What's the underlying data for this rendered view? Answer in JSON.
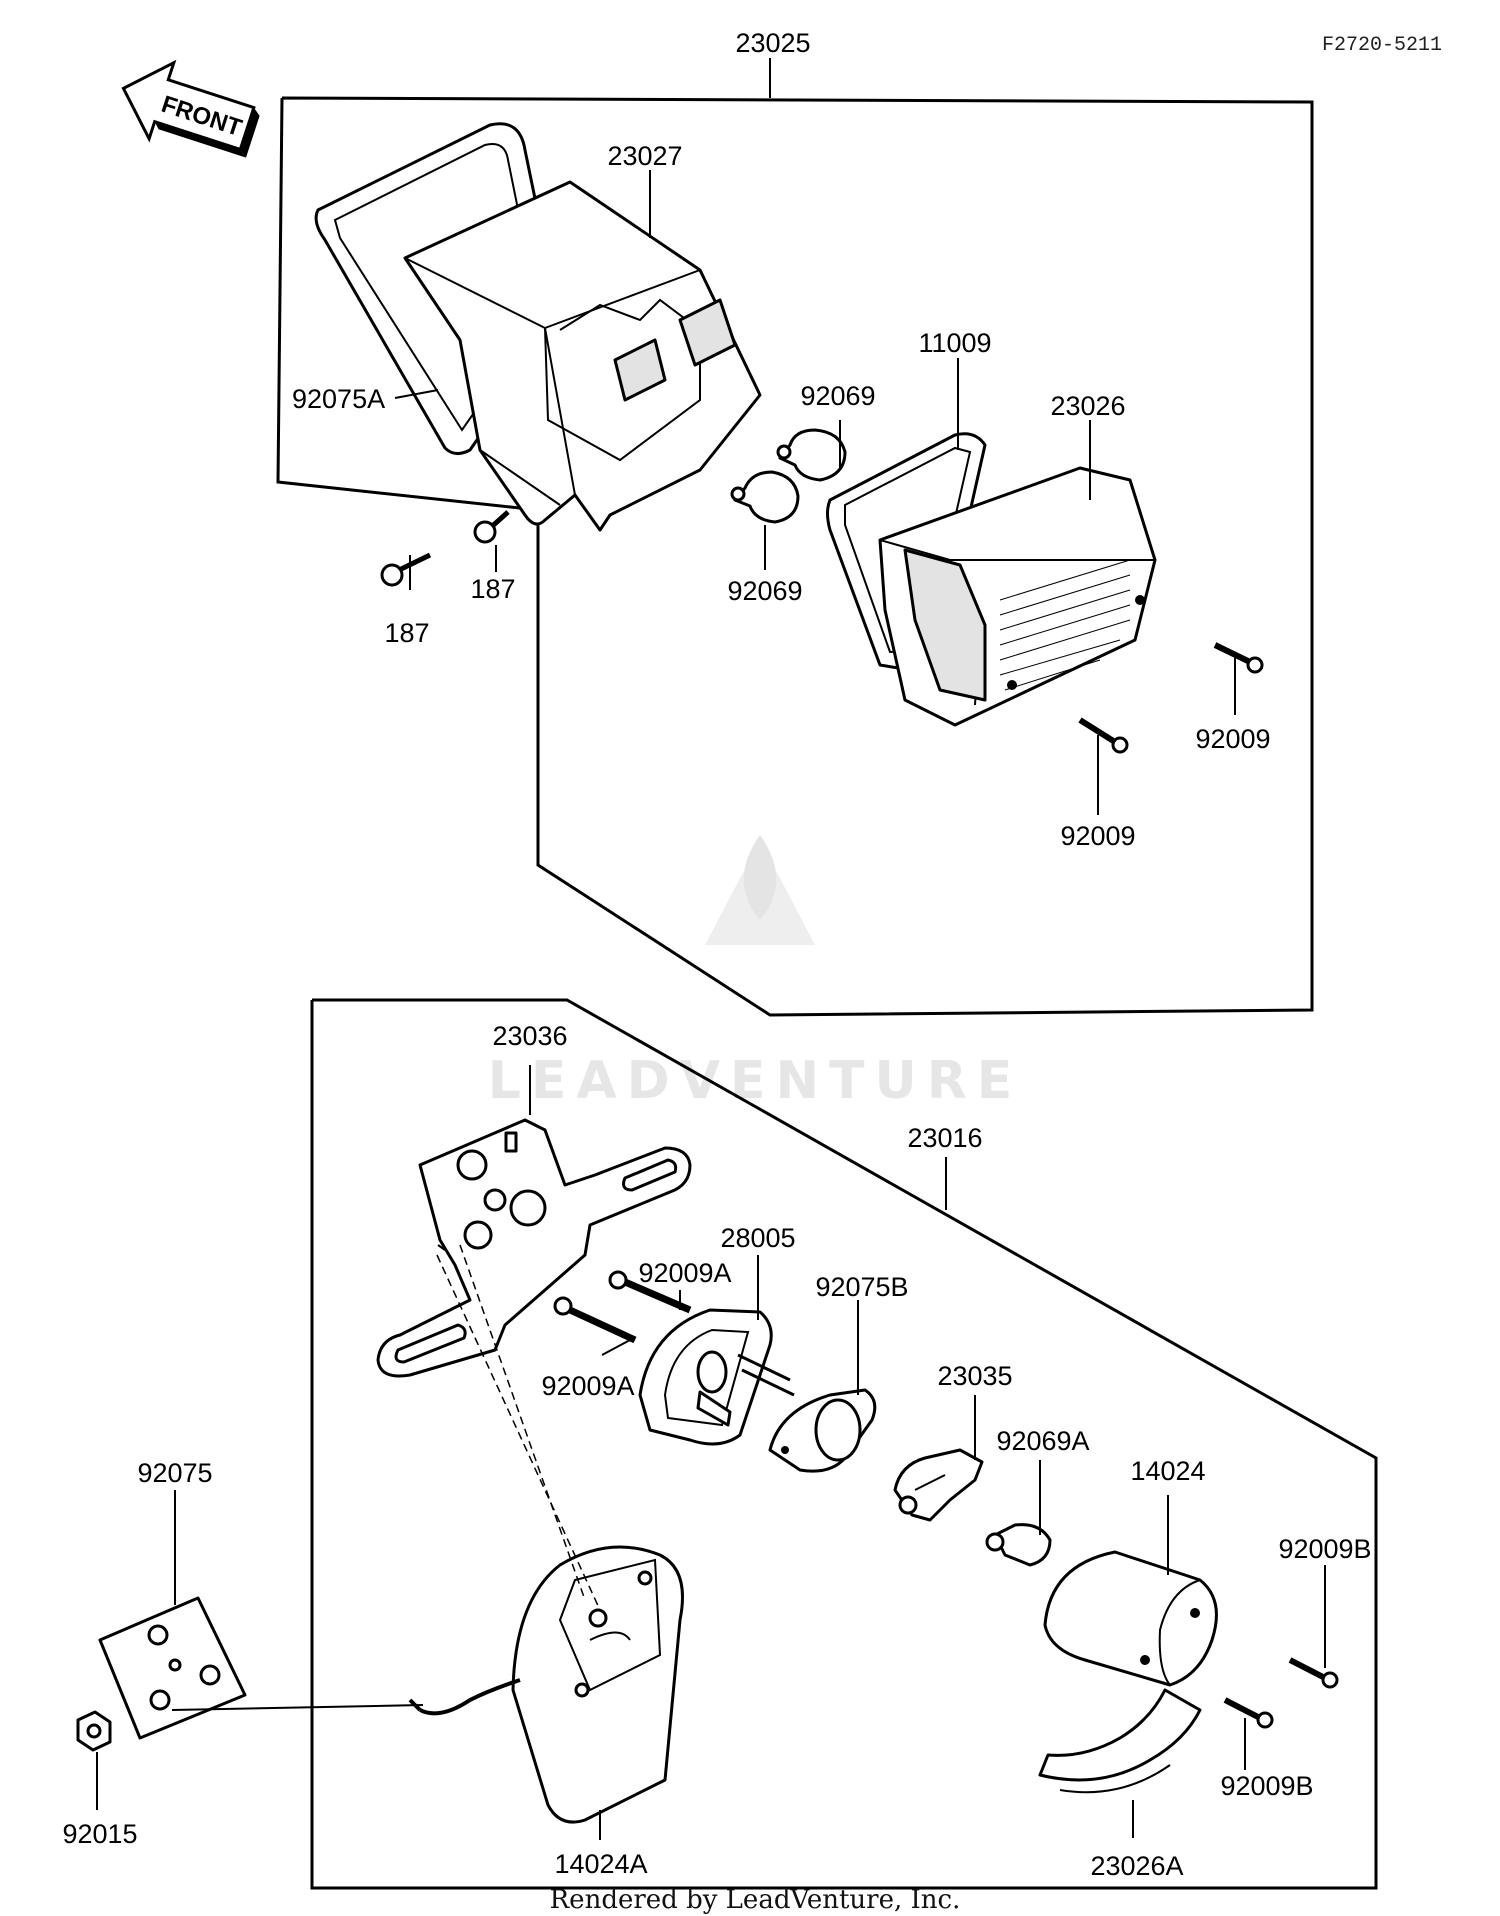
{
  "reference_code": "F2720-5211",
  "front_label": "FRONT",
  "watermark": "LEADVENTURE",
  "footer": "Rendered by LeadVenture, Inc.",
  "parts": {
    "p23025": "23025",
    "p23027": "23027",
    "p92075A": "92075A",
    "p187a": "187",
    "p187b": "187",
    "p11009": "11009",
    "p92069a": "92069",
    "p92069b": "92069",
    "p23026": "23026",
    "p92009a": "92009",
    "p92009b": "92009",
    "p23036": "23036",
    "p23016": "23016",
    "p28005": "28005",
    "p92009A_1": "92009A",
    "p92009A_2": "92009A",
    "p92075B": "92075B",
    "p23035": "23035",
    "p92069A": "92069A",
    "p14024": "14024",
    "p92009B_1": "92009B",
    "p92009B_2": "92009B",
    "p92075": "92075",
    "p92015": "92015",
    "p14024A": "14024A",
    "p23026A": "23026A"
  }
}
